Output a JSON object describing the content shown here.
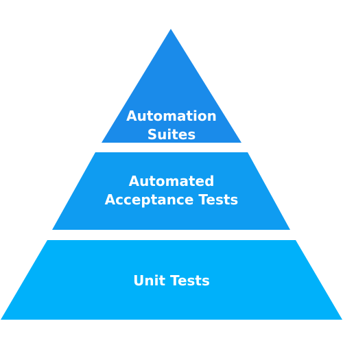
{
  "diagram": {
    "type": "pyramid",
    "tiers": [
      {
        "id": "top",
        "lines": [
          "Automation",
          "Suites"
        ],
        "color": "#1a8bea"
      },
      {
        "id": "middle",
        "lines": [
          "Automated",
          "Acceptance Tests"
        ],
        "color": "#0f9cf1"
      },
      {
        "id": "bottom",
        "lines": [
          "Unit Tests"
        ],
        "color": "#00b1fa"
      }
    ],
    "label_color": "#ffffff",
    "background": "#ffffff"
  }
}
